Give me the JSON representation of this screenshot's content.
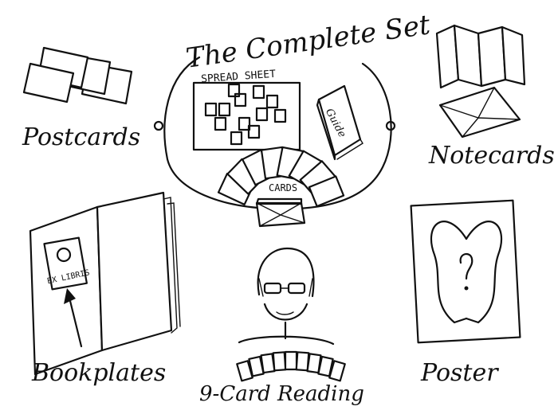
{
  "title": "The Complete Set",
  "set": {
    "spreadsheet_label": "SPREAD SHEET",
    "guide_label": "Guide",
    "cards_label": "CARDS"
  },
  "items": {
    "postcards": "Postcards",
    "notecards": "Notecards",
    "bookplates": "Bookplates",
    "reading": "9-Card Reading",
    "poster": "Poster"
  },
  "bookplate_text": "EX LIBRIS"
}
